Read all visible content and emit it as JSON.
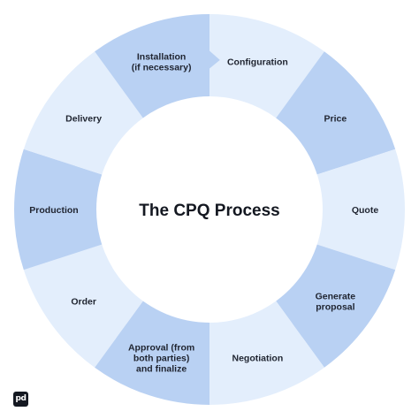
{
  "center_title": "The CPQ Process",
  "colors": {
    "dark_segment": "#b9d1f3",
    "light_segment": "#e3eefc",
    "text": "#1f2430"
  },
  "steps": [
    {
      "label_lines": [
        "Configuration"
      ],
      "shade": "light"
    },
    {
      "label_lines": [
        "Price"
      ],
      "shade": "dark"
    },
    {
      "label_lines": [
        "Quote"
      ],
      "shade": "light"
    },
    {
      "label_lines": [
        "Generate",
        "proposal"
      ],
      "shade": "dark"
    },
    {
      "label_lines": [
        "Negotiation"
      ],
      "shade": "light"
    },
    {
      "label_lines": [
        "Approval (from",
        "both parties)",
        "and finalize"
      ],
      "shade": "dark"
    },
    {
      "label_lines": [
        "Order"
      ],
      "shade": "light"
    },
    {
      "label_lines": [
        "Production"
      ],
      "shade": "dark"
    },
    {
      "label_lines": [
        "Delivery"
      ],
      "shade": "light"
    },
    {
      "label_lines": [
        "Installation",
        "(if necessary)"
      ],
      "shade": "dark"
    }
  ],
  "logo": {
    "icon": "pandadoc-logo-icon"
  }
}
